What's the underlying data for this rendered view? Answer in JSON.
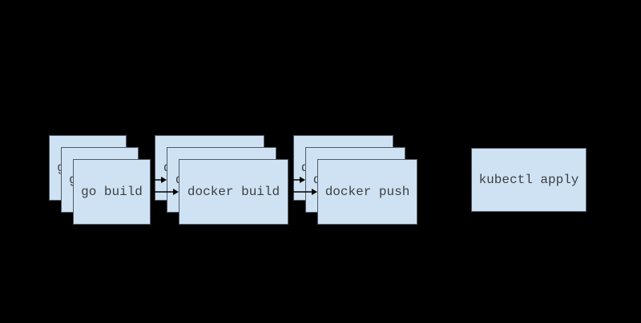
{
  "diagram": {
    "description": "Build pipeline of stacked command boxes",
    "colors": {
      "background": "#000000",
      "box_fill": "#cfe2f3",
      "box_border": "#4f5b68",
      "box_text": "#3d4043",
      "arrow": "#000000"
    },
    "nodes": [
      {
        "id": "go-build",
        "label": "go build",
        "layers": 3
      },
      {
        "id": "docker-build",
        "label": "docker build",
        "layers": 3
      },
      {
        "id": "docker-push",
        "label": "docker push",
        "layers": 3
      },
      {
        "id": "kubectl-apply",
        "label": "kubectl apply",
        "layers": 1
      }
    ],
    "connections": [
      {
        "from": "go-build",
        "to": "docker-build",
        "visible_arrows": 2
      },
      {
        "from": "docker-build",
        "to": "docker-push",
        "visible_arrows": 2
      }
    ]
  }
}
